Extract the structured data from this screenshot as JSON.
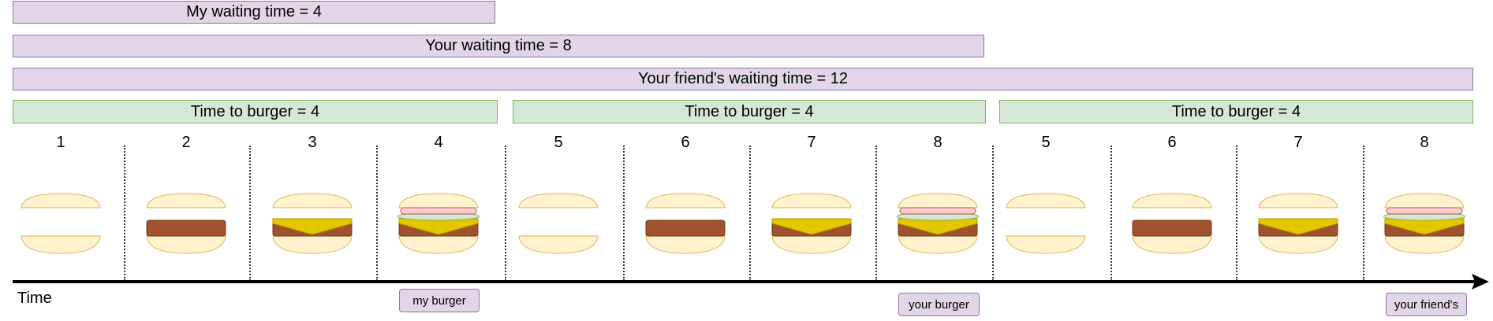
{
  "waiting_bars": [
    {
      "label": "My waiting time = 4"
    },
    {
      "label": "Your waiting time = 8"
    },
    {
      "label": "Your friend's waiting time = 12"
    }
  ],
  "time_to_burger": [
    {
      "label": "Time to burger = 4"
    },
    {
      "label": "Time to burger = 4"
    },
    {
      "label": "Time to burger = 4"
    }
  ],
  "steps": [
    {
      "number": "1",
      "stage": "bun"
    },
    {
      "number": "2",
      "stage": "patty"
    },
    {
      "number": "3",
      "stage": "cheese"
    },
    {
      "number": "4",
      "stage": "full"
    },
    {
      "number": "5",
      "stage": "bun"
    },
    {
      "number": "6",
      "stage": "patty"
    },
    {
      "number": "7",
      "stage": "cheese"
    },
    {
      "number": "8",
      "stage": "full"
    },
    {
      "number": "5",
      "stage": "bun"
    },
    {
      "number": "6",
      "stage": "patty"
    },
    {
      "number": "7",
      "stage": "cheese"
    },
    {
      "number": "8",
      "stage": "full"
    }
  ],
  "axis_label": "Time",
  "burger_tags": [
    {
      "label": "my burger"
    },
    {
      "label": "your burger"
    },
    {
      "label": "your friend's"
    }
  ],
  "colors": {
    "waiting_fill": "#e1d5e7",
    "waiting_border": "#9673a6",
    "ttb_fill": "#d5e8d4",
    "ttb_border": "#82b366",
    "bun": "#fff2cc",
    "bun_edge": "#d6b656",
    "patty": "#a0522d",
    "cheese": "#e3c800",
    "lettuce": "#d5e8d4",
    "tomato": "#f8cecc"
  }
}
